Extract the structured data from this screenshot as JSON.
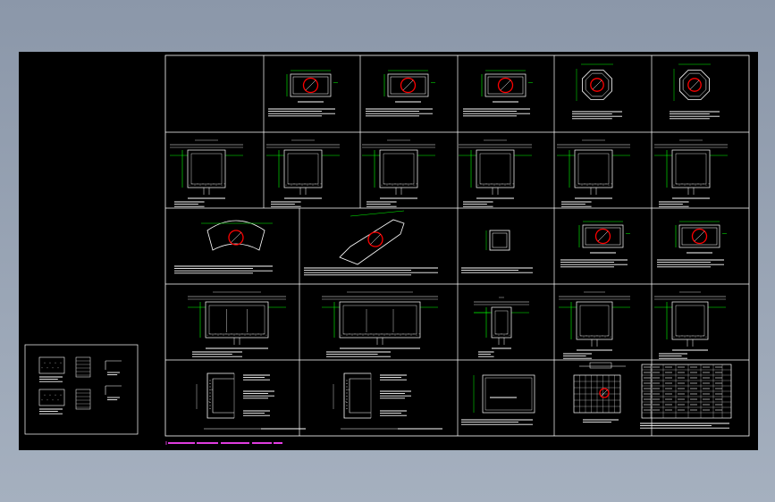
{
  "viewport": {
    "background": "#9aa6b7"
  },
  "sheet": {
    "background": "#000000"
  },
  "colors": {
    "frame": "#ffffff",
    "wall": "#ffffff",
    "dimension": "#00ff00",
    "pipe": "#ff0000",
    "note": "#ffffff",
    "caption": "#ff44ff",
    "layer": "#ffff00"
  },
  "caption": {
    "text": ""
  },
  "drawings": {
    "row1": [
      "rect-plan",
      "rect-plan",
      "rect-plan",
      "octagon-plan",
      "octagon-plan"
    ],
    "row2": [
      "section",
      "section",
      "section",
      "section",
      "section",
      "section"
    ],
    "row3": [
      "curved-plan",
      "diagonal-plan",
      "small-square-plan",
      "rect-plan",
      "rect-plan"
    ],
    "row4": [
      "wide-section",
      "wide-section",
      "narrow-section",
      "section",
      "section"
    ],
    "row5": [
      "detail",
      "detail",
      "cover-plan",
      "grid-plan",
      "table"
    ]
  }
}
